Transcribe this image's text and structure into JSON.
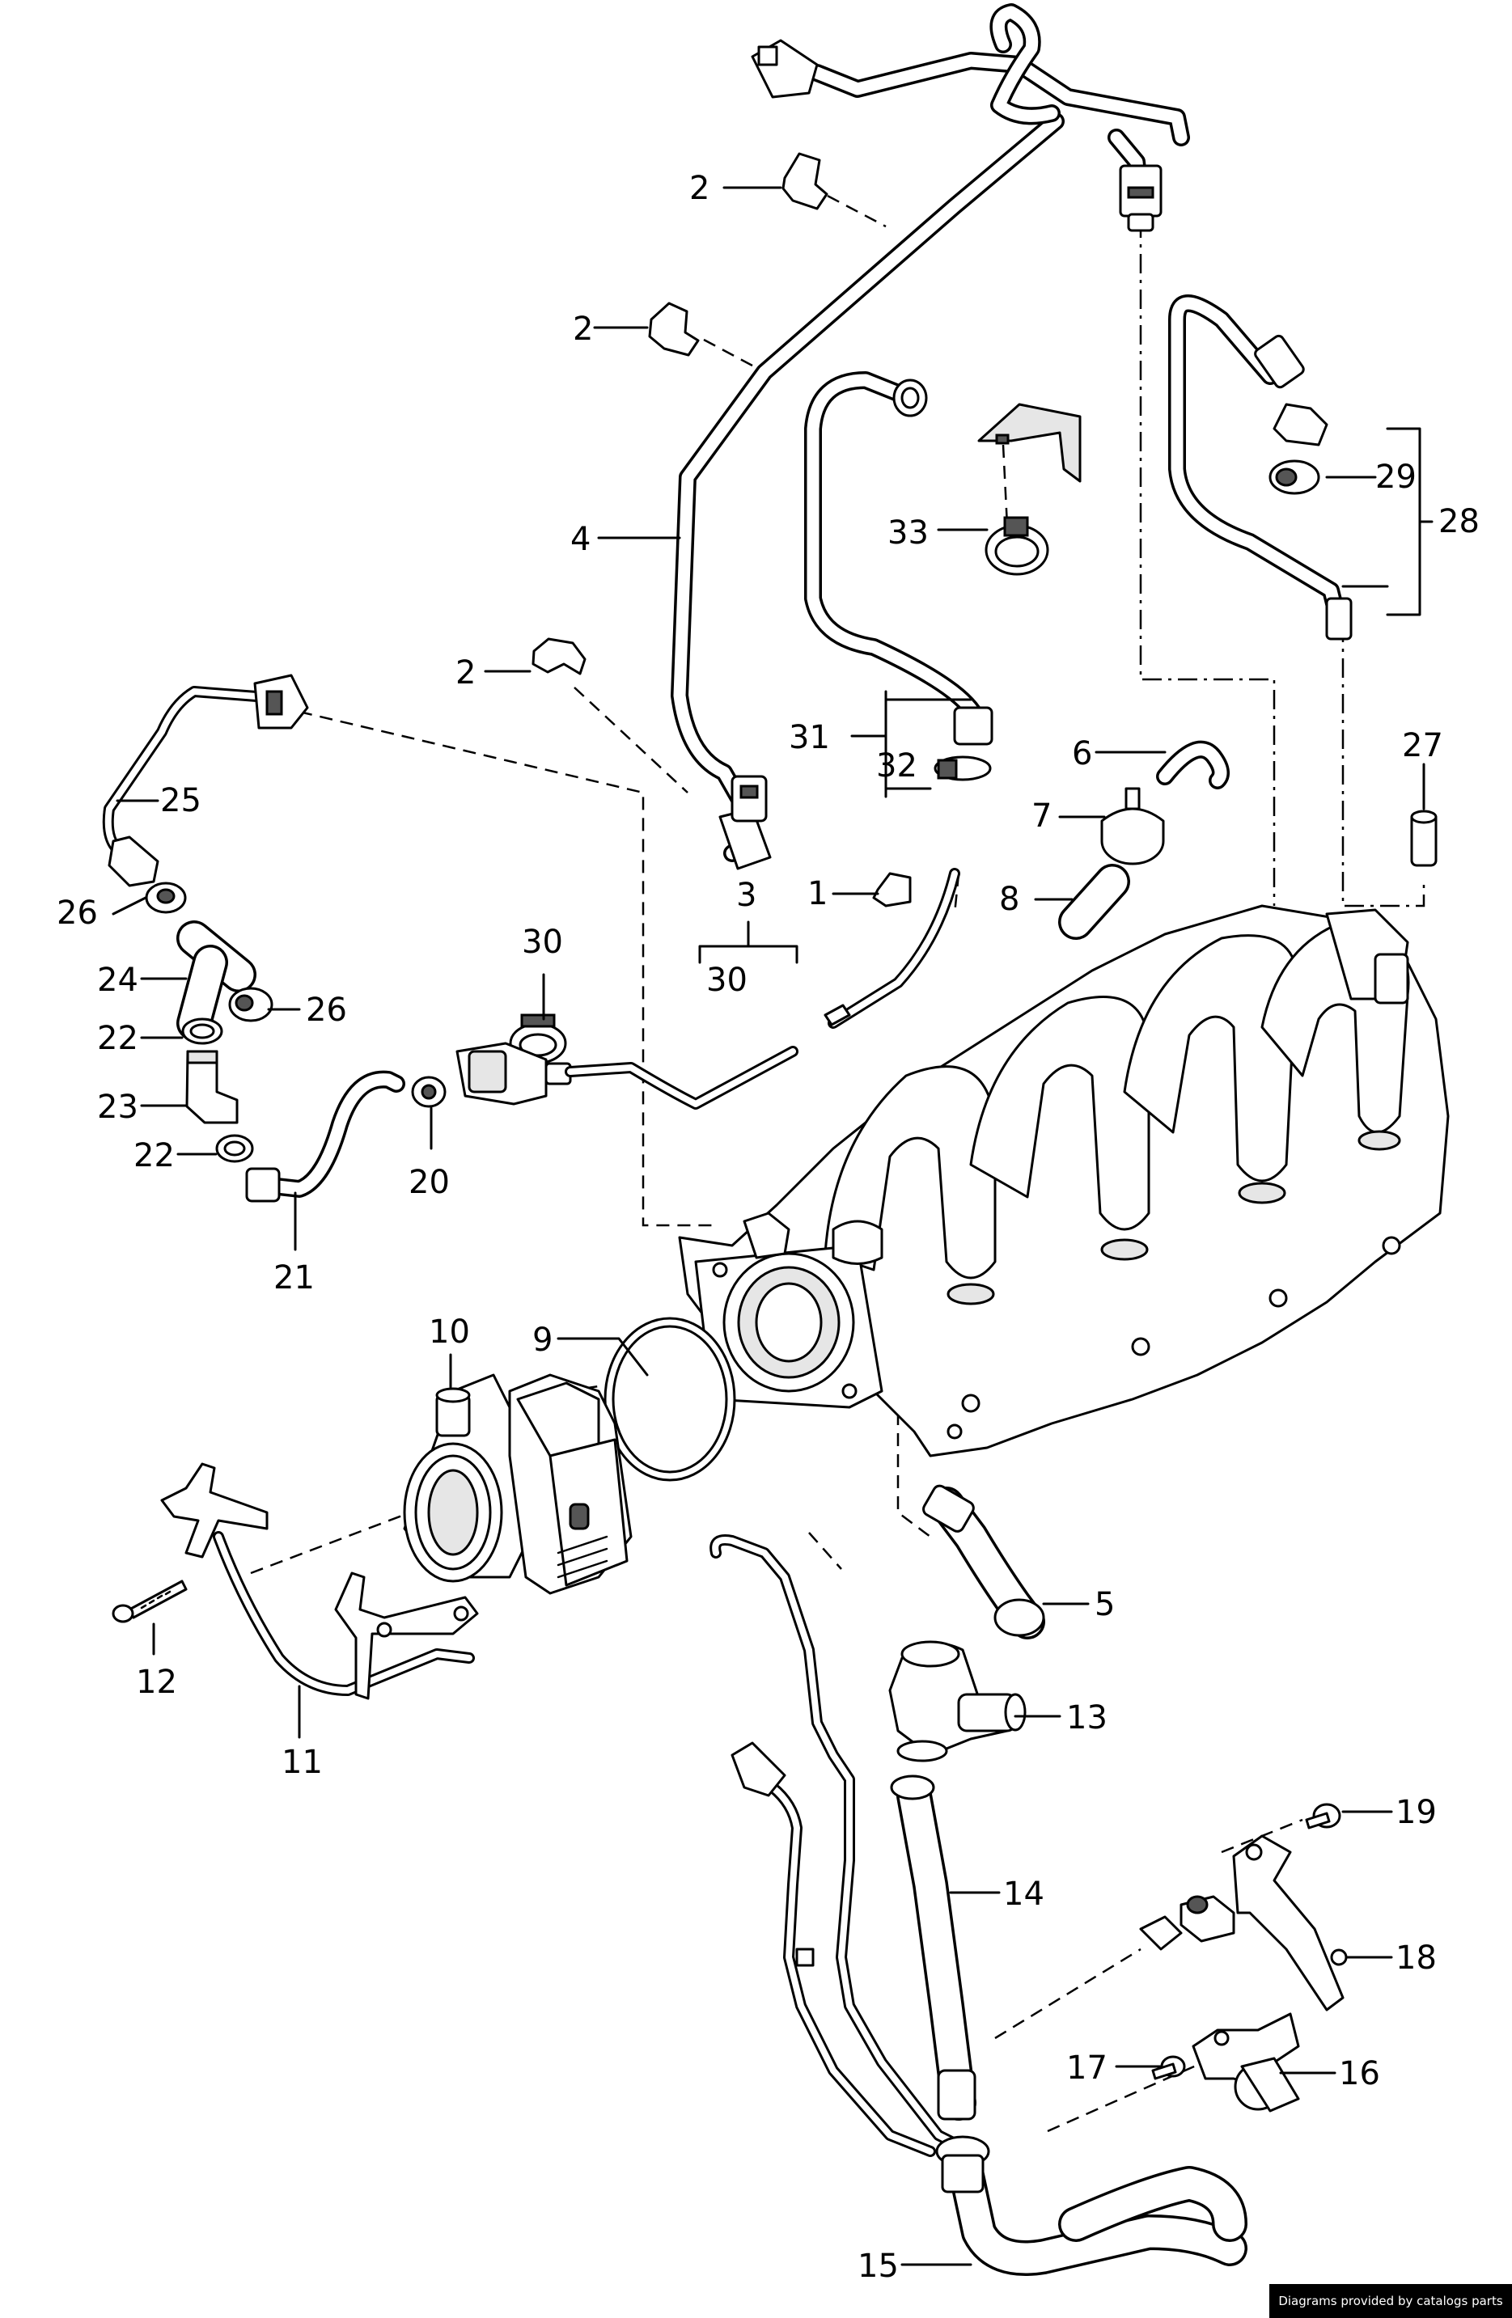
{
  "credit": "Diagrams provided by catalogs parts",
  "callouts": [
    {
      "id": "c2a",
      "label": "2"
    },
    {
      "id": "c2b",
      "label": "2"
    },
    {
      "id": "c4",
      "label": "4"
    },
    {
      "id": "c33",
      "label": "33"
    },
    {
      "id": "c29",
      "label": "29"
    },
    {
      "id": "c28",
      "label": "28"
    },
    {
      "id": "c2c",
      "label": "2"
    },
    {
      "id": "c31",
      "label": "31"
    },
    {
      "id": "c32",
      "label": "32"
    },
    {
      "id": "c6",
      "label": "6"
    },
    {
      "id": "c7",
      "label": "7"
    },
    {
      "id": "c27",
      "label": "27"
    },
    {
      "id": "c25",
      "label": "25"
    },
    {
      "id": "c3",
      "label": "3"
    },
    {
      "id": "c1",
      "label": "1"
    },
    {
      "id": "c8",
      "label": "8"
    },
    {
      "id": "c30a",
      "label": "30"
    },
    {
      "id": "c26a",
      "label": "26"
    },
    {
      "id": "c30b",
      "label": "30"
    },
    {
      "id": "c24",
      "label": "24"
    },
    {
      "id": "c26b",
      "label": "26"
    },
    {
      "id": "c22a",
      "label": "22"
    },
    {
      "id": "c23",
      "label": "23"
    },
    {
      "id": "c22b",
      "label": "22"
    },
    {
      "id": "c20",
      "label": "20"
    },
    {
      "id": "c21",
      "label": "21"
    },
    {
      "id": "c10",
      "label": "10"
    },
    {
      "id": "c9",
      "label": "9"
    },
    {
      "id": "c5",
      "label": "5"
    },
    {
      "id": "c12",
      "label": "12"
    },
    {
      "id": "c13",
      "label": "13"
    },
    {
      "id": "c11",
      "label": "11"
    },
    {
      "id": "c19",
      "label": "19"
    },
    {
      "id": "c14",
      "label": "14"
    },
    {
      "id": "c18",
      "label": "18"
    },
    {
      "id": "c17",
      "label": "17"
    },
    {
      "id": "c16",
      "label": "16"
    },
    {
      "id": "c15",
      "label": "15"
    }
  ]
}
